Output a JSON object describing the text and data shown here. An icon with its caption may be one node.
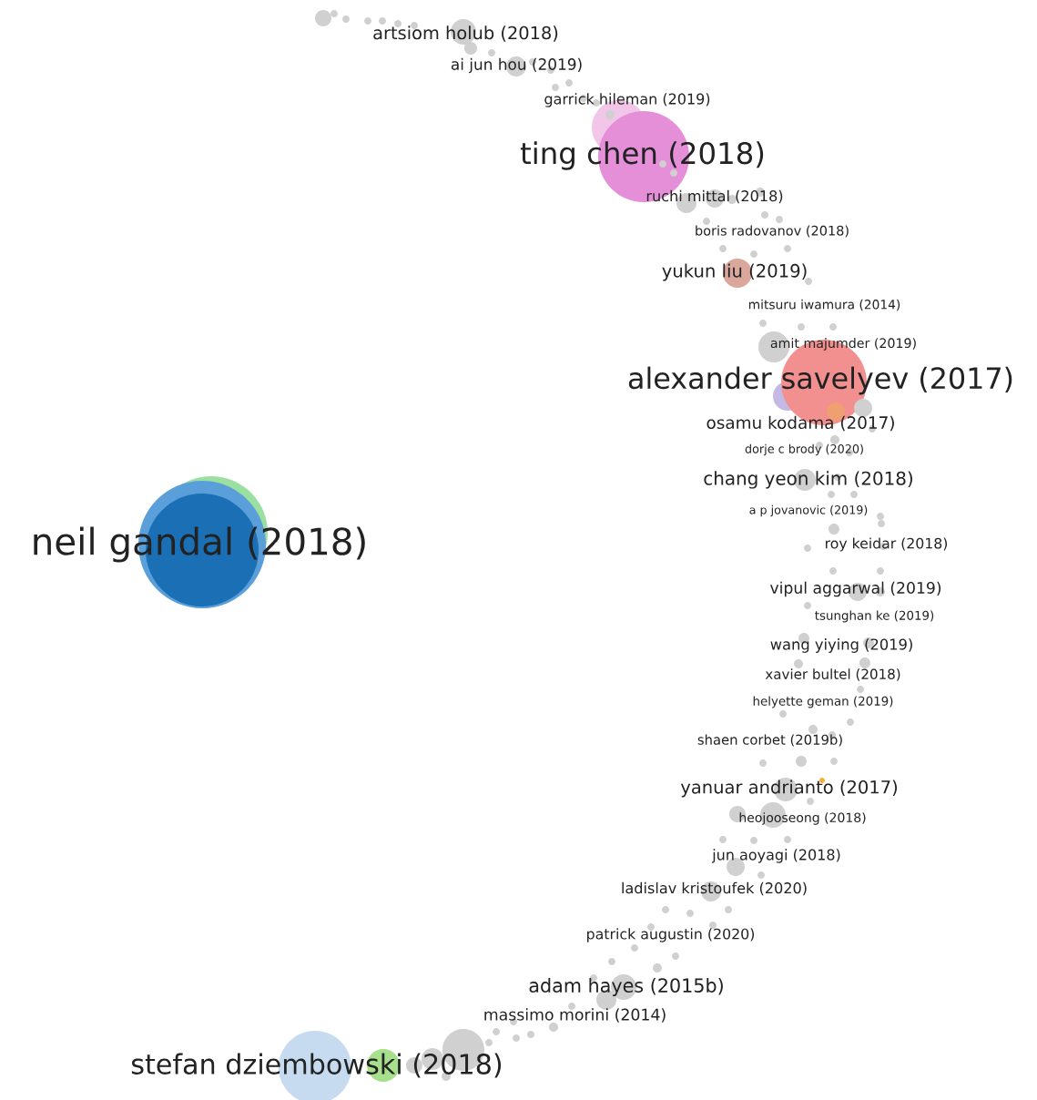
{
  "diagram": {
    "nodes": [
      {
        "text": [
          "artsiom holub (2018)"
        ]
      },
      {
        "text": [
          "ai jun hou (2019)"
        ]
      },
      {
        "text": [
          "garrick hileman (2019)"
        ]
      },
      {
        "text": [
          "ting chen (2018)"
        ]
      },
      {
        "text": [
          "ruchi mittal (2018)"
        ]
      },
      {
        "text": [
          "boris radovanov (2018)"
        ]
      },
      {
        "text": [
          "yukun liu (2019)"
        ]
      },
      {
        "text": [
          "mitsuru iwamura (2014)"
        ]
      },
      {
        "text": [
          "amit majumder (2019)"
        ]
      },
      {
        "text": [
          "alexander savelyev (2017)"
        ]
      },
      {
        "text": [
          "osamu kodama (2017)"
        ]
      },
      {
        "text": [
          "dorje c brody (2020)"
        ]
      },
      {
        "text": [
          "chang yeon kim (2018)"
        ]
      },
      {
        "text": [
          "a p jovanovic (2019)"
        ]
      },
      {
        "text": [
          "roy keidar (2018)"
        ]
      },
      {
        "text": [
          "vipul aggarwal (2019)"
        ]
      },
      {
        "text": [
          "tsunghan ke (2019)"
        ]
      },
      {
        "text": [
          "wang yiying (2019)"
        ]
      },
      {
        "text": [
          "xavier bultel (2018)"
        ]
      },
      {
        "text": [
          "helyette geman (2019)"
        ]
      },
      {
        "text": [
          "shaen corbet (2019b)"
        ]
      },
      {
        "text": [
          "yanuar andrianto (2017)"
        ]
      },
      {
        "text": [
          "heojooseong (2018)"
        ]
      },
      {
        "text": [
          "jun aoyagi (2018)"
        ]
      },
      {
        "text": [
          "ladislav kristoufek (2020)"
        ]
      },
      {
        "text": [
          "patrick augustin (2020)"
        ]
      },
      {
        "text": [
          "adam hayes (2015b)"
        ]
      },
      {
        "text": [
          "massimo morini (2014)"
        ]
      },
      {
        "text": [
          "neil gandal (2018)"
        ]
      },
      {
        "text": [
          "stefan dziembowski (2018)"
        ]
      }
    ]
  }
}
